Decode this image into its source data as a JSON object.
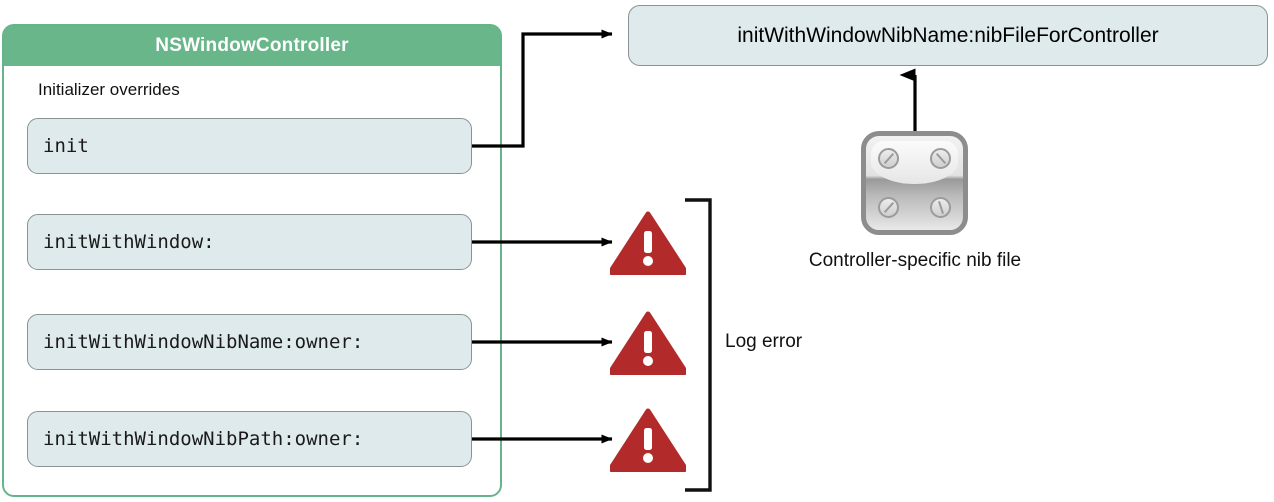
{
  "diagram": {
    "title_class": "NSWindowController",
    "section_label": "Initializer overrides",
    "methods": [
      {
        "id": "init",
        "label": "init"
      },
      {
        "id": "initWindow",
        "label": "initWithWindow:"
      },
      {
        "id": "initNibName",
        "label": "initWithWindowNibName:owner:"
      },
      {
        "id": "initNibPath",
        "label": "initWithWindowNibPath:owner:"
      }
    ],
    "target_box_label": "initWithWindowNibName:nibFileForController",
    "nib_caption": "Controller-specific nib file",
    "log_error_label": "Log error",
    "icons": {
      "nib": "nib-file-icon",
      "warning": "warning-triangle-icon",
      "arrow": "arrow-icon"
    },
    "colors": {
      "class_green": "#68b68a",
      "class_border": "#66b489",
      "box_fill": "#dfeaec",
      "box_border": "#8a9293",
      "warning_red": "#b32a2a",
      "line": "#000000",
      "text": "#111111"
    }
  }
}
